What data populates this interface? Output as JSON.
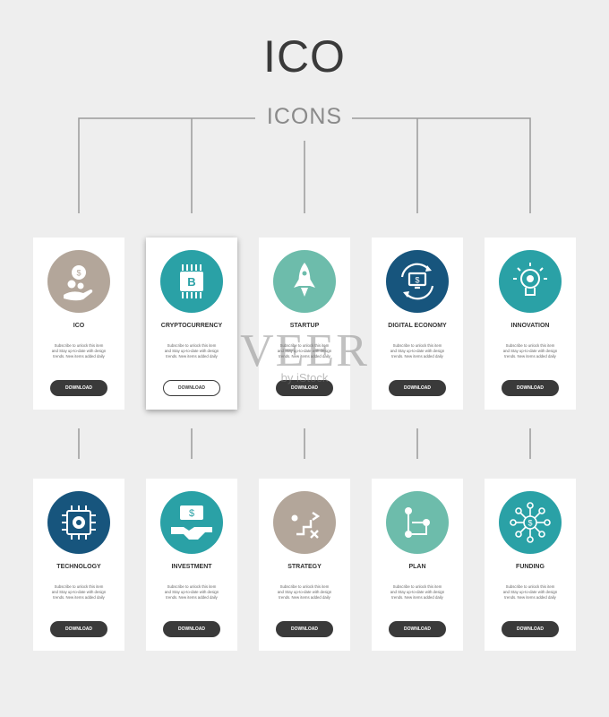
{
  "title": "ICO",
  "subtitle": "ICONS",
  "watermark": {
    "brand": "VEER",
    "credit": "by iStock"
  },
  "colors": {
    "teal": "#2aa1a6",
    "navy": "#17557d",
    "taupe": "#b3a69a",
    "sage": "#6dbcab",
    "button": "#3a3a3a"
  },
  "cards": [
    {
      "title": "ICO",
      "icon": "hand-coins-icon",
      "color": "#b3a69a",
      "desc": "Subscribe to unlock this item and Stay up-to-date with design trends. New items added daily",
      "button": "DOWNLOAD"
    },
    {
      "title": "CRYPTOCURRENCY",
      "icon": "bitcoin-chip-icon",
      "color": "#2aa1a6",
      "desc": "Subscribe to unlock this item and Stay up-to-date with design trends. New items added daily",
      "button": "DOWNLOAD"
    },
    {
      "title": "STARTUP",
      "icon": "rocket-icon",
      "color": "#6dbcab",
      "desc": "Subscribe to unlock this item and Stay up-to-date with design trends. New items added daily",
      "button": "DOWNLOAD"
    },
    {
      "title": "DIGITAL ECONOMY",
      "icon": "digital-economy-icon",
      "color": "#17557d",
      "desc": "Subscribe to unlock this item and Stay up-to-date with design trends. New items added daily",
      "button": "DOWNLOAD"
    },
    {
      "title": "INNOVATION",
      "icon": "lightbulb-gear-icon",
      "color": "#2aa1a6",
      "desc": "Subscribe to unlock this item and Stay up-to-date with design trends. New items added daily",
      "button": "DOWNLOAD"
    },
    {
      "title": "TECHNOLOGY",
      "icon": "chip-gear-icon",
      "color": "#17557d",
      "desc": "Subscribe to unlock this item and Stay up-to-date with design trends. New items added daily",
      "button": "DOWNLOAD"
    },
    {
      "title": "INVESTMENT",
      "icon": "handshake-money-icon",
      "color": "#2aa1a6",
      "desc": "Subscribe to unlock this item and Stay up-to-date with design trends. New items added daily",
      "button": "DOWNLOAD"
    },
    {
      "title": "STRATEGY",
      "icon": "strategy-icon",
      "color": "#b3a69a",
      "desc": "Subscribe to unlock this item and Stay up-to-date with design trends. New items added daily",
      "button": "DOWNLOAD"
    },
    {
      "title": "PLAN",
      "icon": "plan-flow-icon",
      "color": "#6dbcab",
      "desc": "Subscribe to unlock this item and Stay up-to-date with design trends. New items added daily",
      "button": "DOWNLOAD"
    },
    {
      "title": "FUNDING",
      "icon": "funding-network-icon",
      "color": "#2aa1a6",
      "desc": "Subscribe to unlock this item and Stay up-to-date with design trends. New items added daily",
      "button": "DOWNLOAD"
    }
  ]
}
